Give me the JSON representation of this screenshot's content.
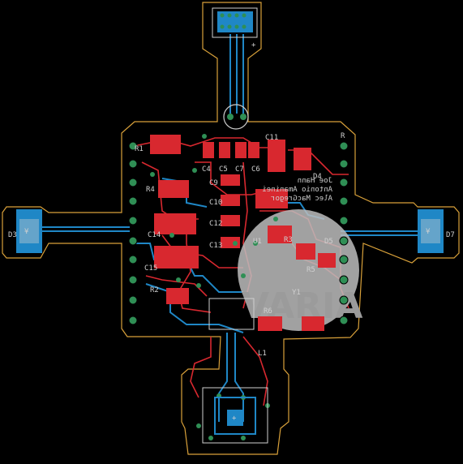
{
  "colors": {
    "background": "#000000",
    "outline": "#d9a13a",
    "top_copper": "#d8282f",
    "bottom_copper": "#1f87c6",
    "silkscreen": "#cfcfcf",
    "pad": "#2f8f55",
    "logo_fill": "#bdbdbd"
  },
  "designators": {
    "r1": "R1",
    "r2": "R2",
    "r4": "R4",
    "r_right": "R",
    "c4": "C4",
    "c5": "C5",
    "c6": "C6",
    "c7": "C7",
    "c9": "C9",
    "c10": "C10",
    "c11": "C11",
    "c12": "C12",
    "c13": "C13",
    "c14": "C14",
    "c15": "C15",
    "d3": "D3",
    "d4": "D4",
    "d5": "D5",
    "d7": "D7",
    "l1": "L1",
    "u1": "U1",
    "r3": "R3",
    "r5": "R5",
    "r6": "R6",
    "y1": "Y1"
  },
  "mirrored_text": {
    "line1": "Joe Hann",
    "line2": "Antonio Amaninei",
    "line3": "Alec MacGregor"
  },
  "logo_text": "VARIA"
}
